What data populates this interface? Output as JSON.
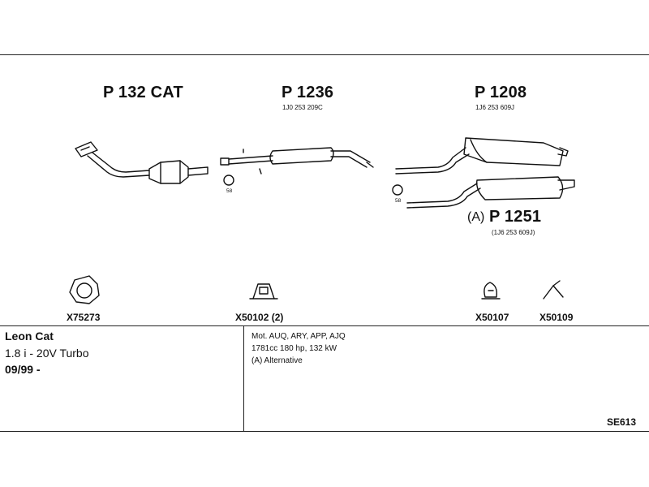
{
  "parts": [
    {
      "code": "P 132 CAT",
      "oe": ""
    },
    {
      "code": "P 1236",
      "oe": "1J0 253 209C"
    },
    {
      "code": "P 1208",
      "oe": "1J6 253 609J"
    },
    {
      "code": "P 1251",
      "oe": "(1J6 253 609J)"
    }
  ],
  "alternative_mark": "(A)",
  "clamp_number": "58",
  "accessories": [
    {
      "code": "X75273",
      "icon": "gasket-ring-icon"
    },
    {
      "code": "X50102 (2)",
      "icon": "mounting-bracket-icon"
    },
    {
      "code": "X50107",
      "icon": "rubber-hanger-icon"
    },
    {
      "code": "X50109",
      "icon": "y-hanger-icon"
    }
  ],
  "vehicle": {
    "model": "Leon Cat",
    "engine": "1.8 i - 20V Turbo",
    "date": "09/99 -"
  },
  "notes": [
    "Mot. AUQ, ARY, APP, AJQ",
    "1781cc 180 hp, 132 kW",
    "(A) Alternative"
  ],
  "diagram_code": "SE613"
}
